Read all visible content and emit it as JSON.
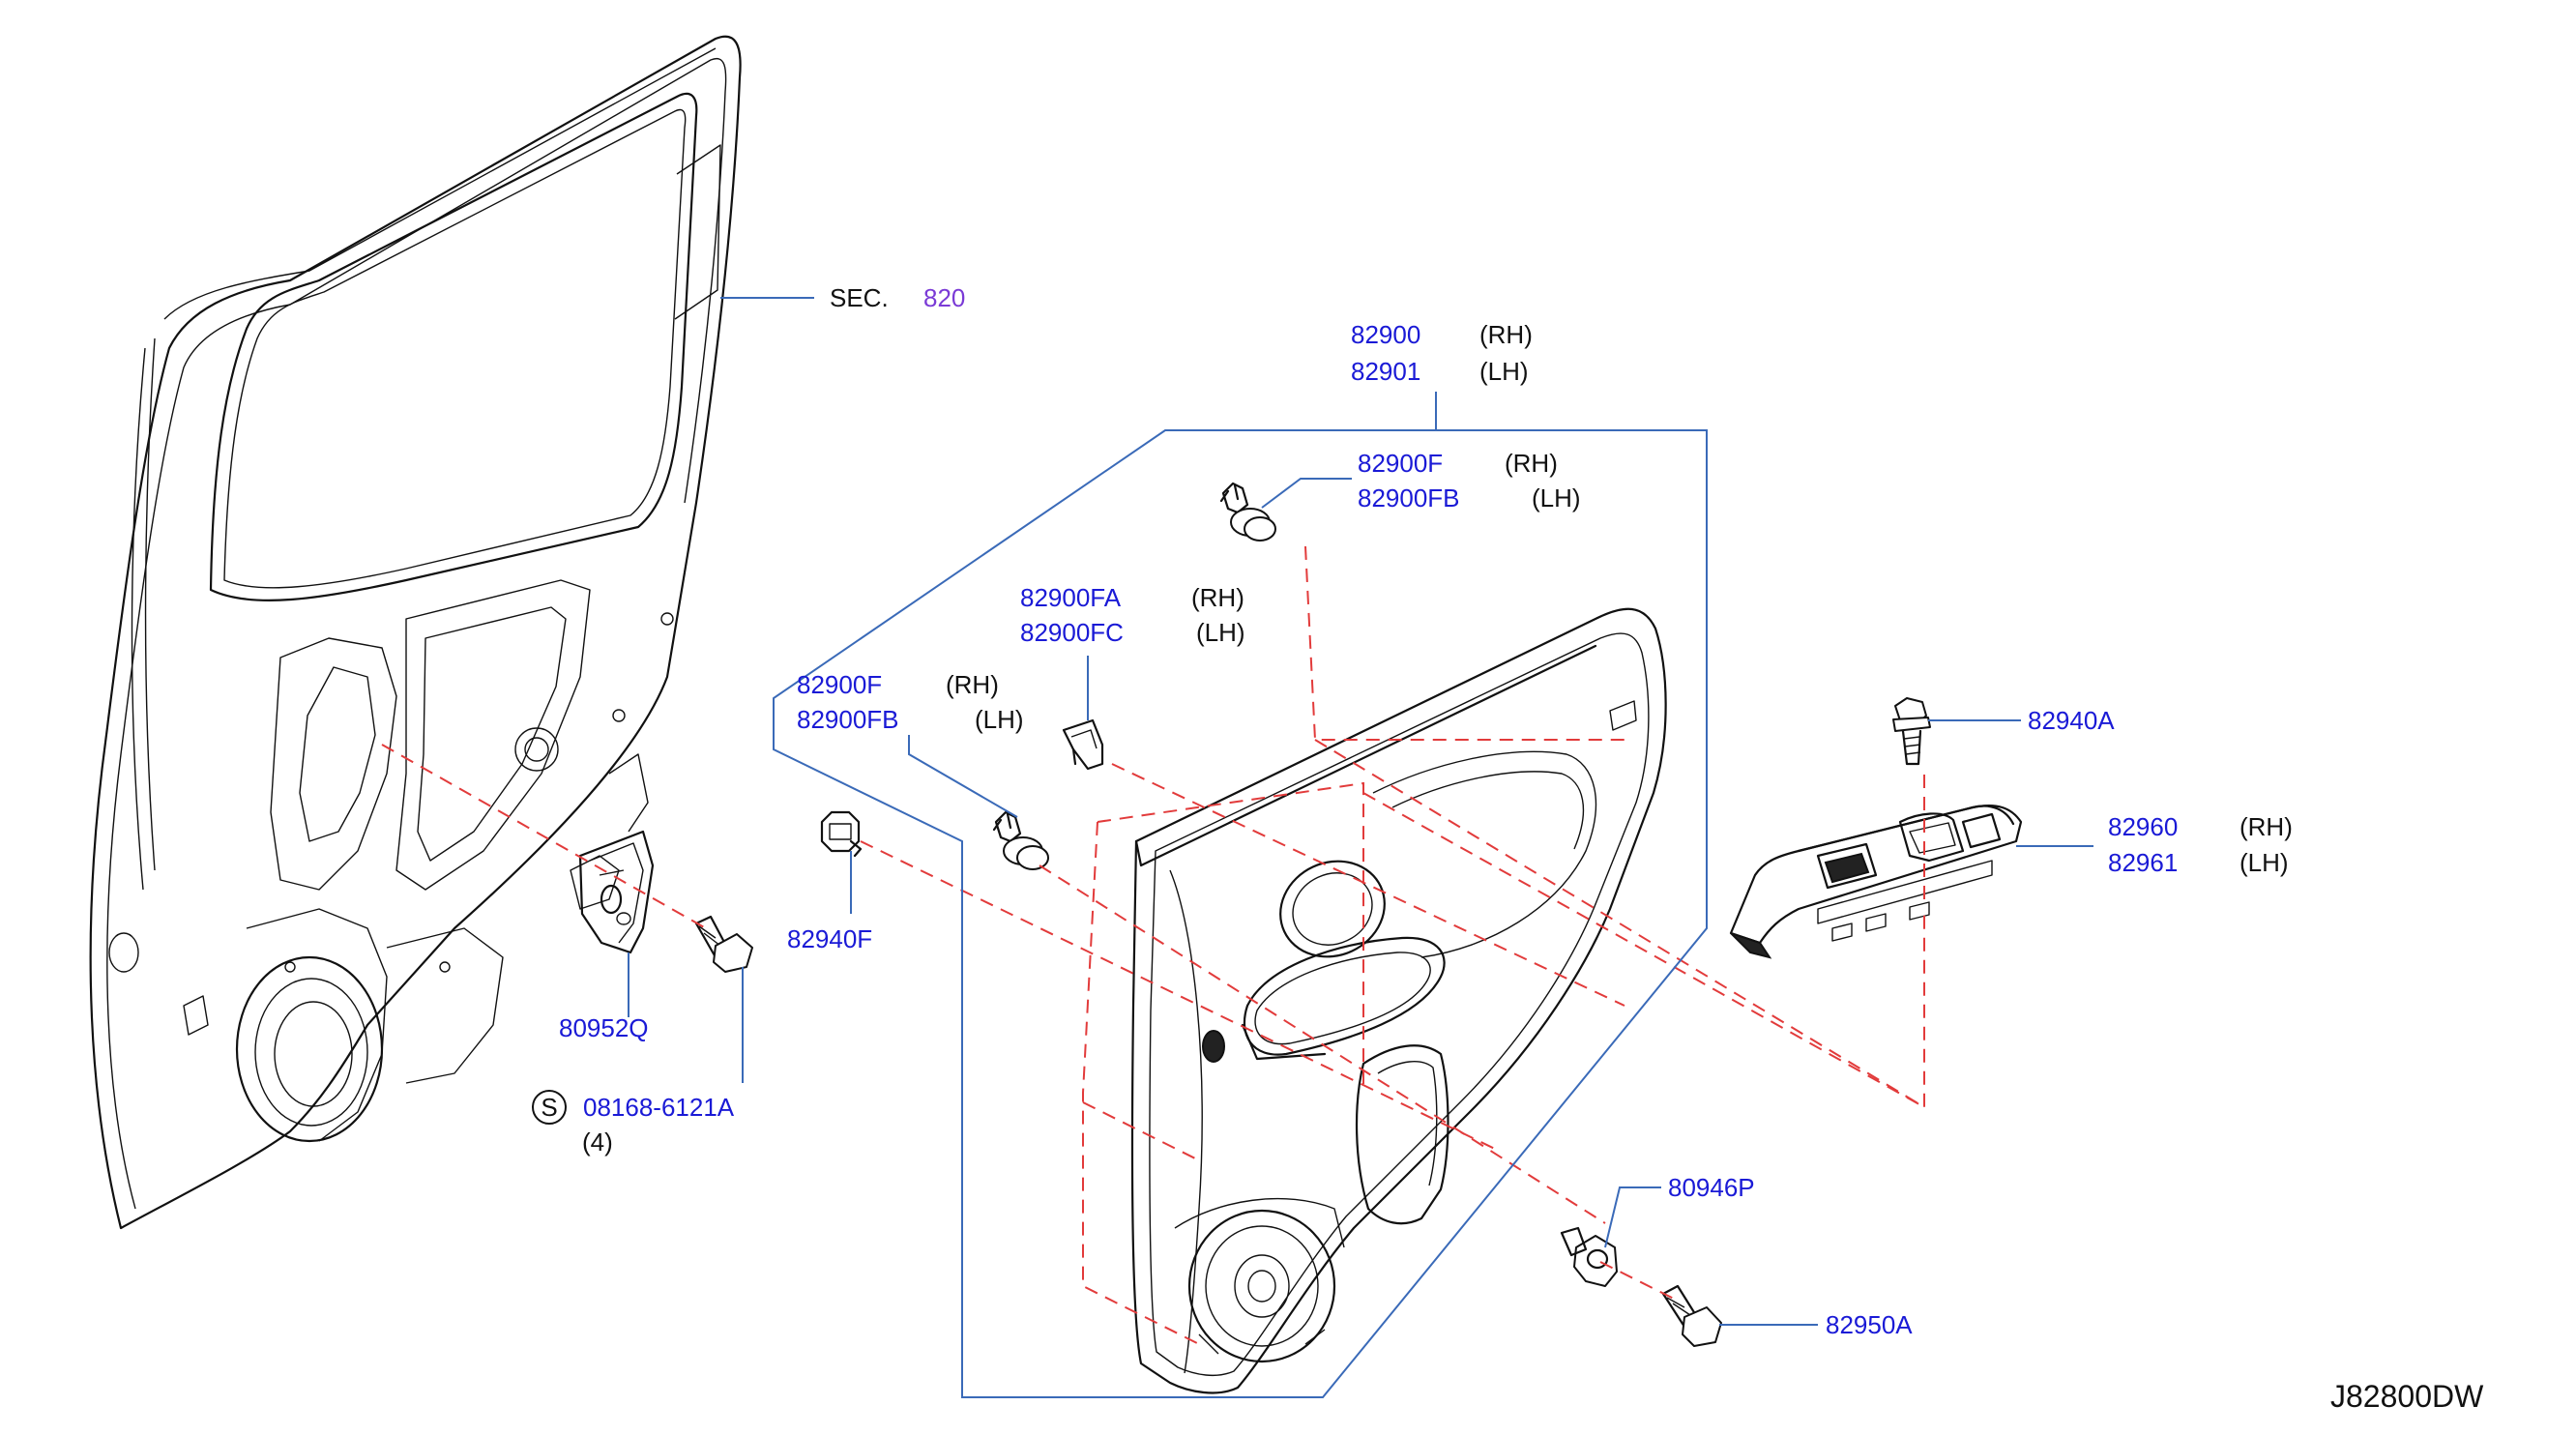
{
  "diagram_code": "J82800DW",
  "section_ref": {
    "prefix": "SEC.",
    "number": "820"
  },
  "callouts": {
    "trim_main": {
      "rh_part": "82900",
      "rh_side": "(RH)",
      "lh_part": "82901",
      "lh_side": "(LH)"
    },
    "clip_top": {
      "rh_part": "82900F",
      "rh_side": "(RH)",
      "lh_part": "82900FB",
      "lh_side": "(LH)"
    },
    "clip_fa": {
      "rh_part": "82900FA",
      "rh_side": "(RH)",
      "lh_part": "82900FC",
      "lh_side": "(LH)"
    },
    "clip_left": {
      "rh_part": "82900F",
      "rh_side": "(RH)",
      "lh_part": "82900FB",
      "lh_side": "(LH)"
    },
    "clip_82940f": {
      "part": "82940F"
    },
    "bolt_82940a": {
      "part": "82940A"
    },
    "switch_finisher": {
      "rh_part": "82960",
      "rh_side": "(RH)",
      "lh_part": "82961",
      "lh_side": "(LH)"
    },
    "bracket": {
      "part": "80952Q"
    },
    "screw": {
      "symbol": "S",
      "part": "08168-6121A",
      "qty": "(4)"
    },
    "grommet": {
      "part": "80946P"
    },
    "screw_82950a": {
      "part": "82950A"
    }
  }
}
